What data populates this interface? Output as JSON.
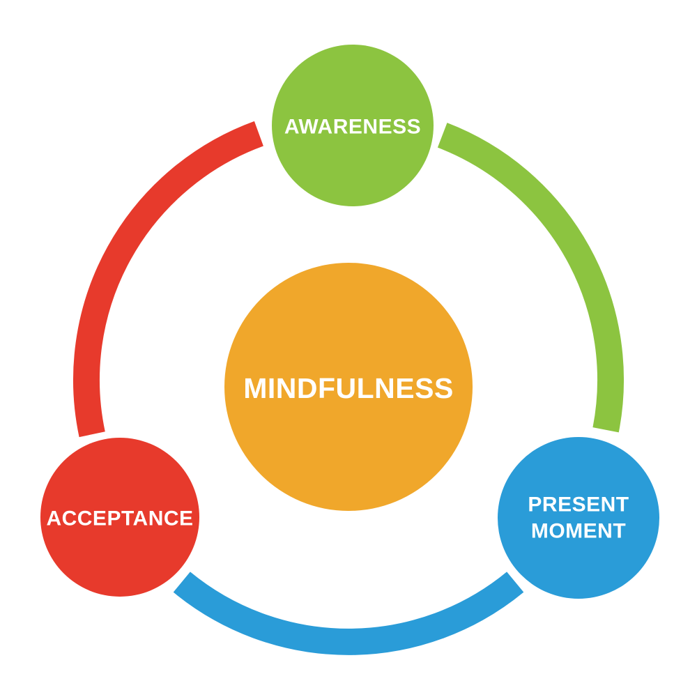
{
  "diagram": {
    "type": "cycle-diagram",
    "background_color": "#FFFFFF",
    "label_color": "#FFFFFF",
    "center": {
      "id": "mindfulness",
      "label": "MINDFULNESS",
      "color": "#F0A72B"
    },
    "nodes": [
      {
        "id": "awareness",
        "label": "AWARENESS",
        "color": "#8CC440",
        "position": "top"
      },
      {
        "id": "present-moment",
        "label": "PRESENT MOMENT",
        "line1": "PRESENT",
        "line2": "MOMENT",
        "color": "#2A9CD8",
        "position": "bottom-right"
      },
      {
        "id": "acceptance",
        "label": "ACCEPTANCE",
        "color": "#E73A2C",
        "position": "bottom-left"
      }
    ],
    "connectors": [
      {
        "id": "arc-acceptance-to-awareness",
        "from": "acceptance",
        "to": "awareness",
        "color": "#E73A2C"
      },
      {
        "id": "arc-awareness-to-present-moment",
        "from": "awareness",
        "to": "present-moment",
        "color": "#8CC440"
      },
      {
        "id": "arc-present-moment-to-acceptance",
        "from": "present-moment",
        "to": "acceptance",
        "color": "#2A9CD8"
      }
    ]
  }
}
